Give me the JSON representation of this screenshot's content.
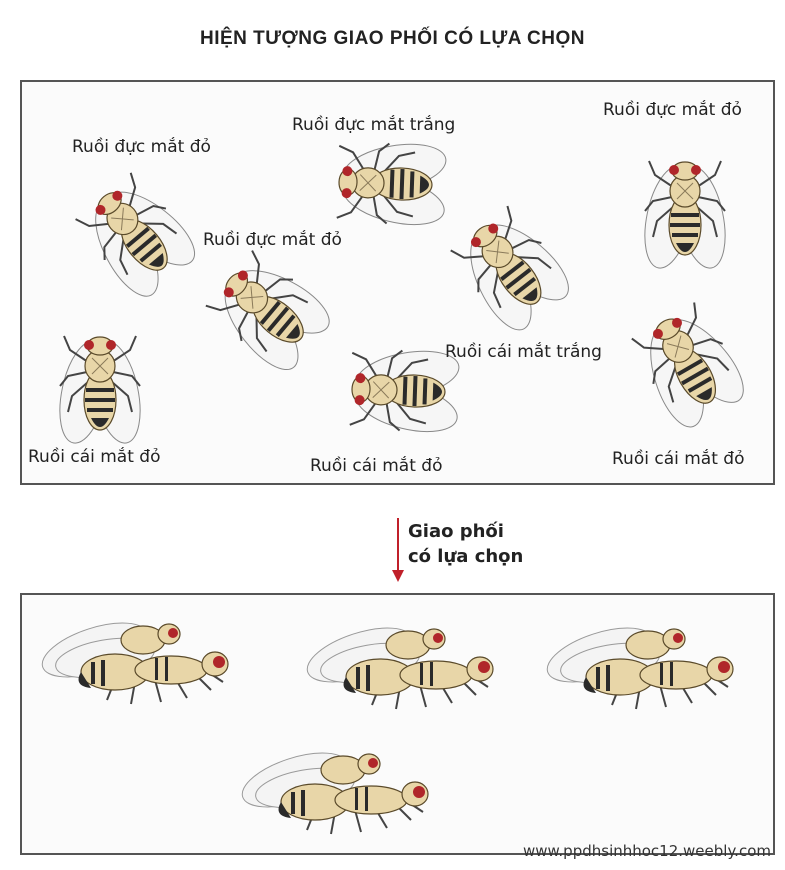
{
  "title": "HIỆN TƯỢNG GIAO PHỐI CÓ LỰA CHỌN",
  "labels": {
    "male_red_1": "Ruồi đực mắt đỏ",
    "male_white": "Ruồi đực mắt trắng",
    "male_red_2": "Ruồi đực mắt đỏ",
    "male_red_3": "Ruồi đực mắt đỏ",
    "female_white": "Ruồi cái mắt trắng",
    "female_red_1": "Ruồi cái mắt đỏ",
    "female_red_2": "Ruồi cái mắt đỏ",
    "female_red_3": "Ruồi cái mắt đỏ"
  },
  "arrow": {
    "line1": "Giao phối",
    "line2": "có lựa chọn"
  },
  "watermark": "www.ppdhsinhhoc12.weebly.com",
  "colors": {
    "body": "#e8d6a8",
    "stripe": "#2a2a2a",
    "eye_red": "#b0262a",
    "wing": "#f4f4f4",
    "arrow": "#c0202a"
  }
}
